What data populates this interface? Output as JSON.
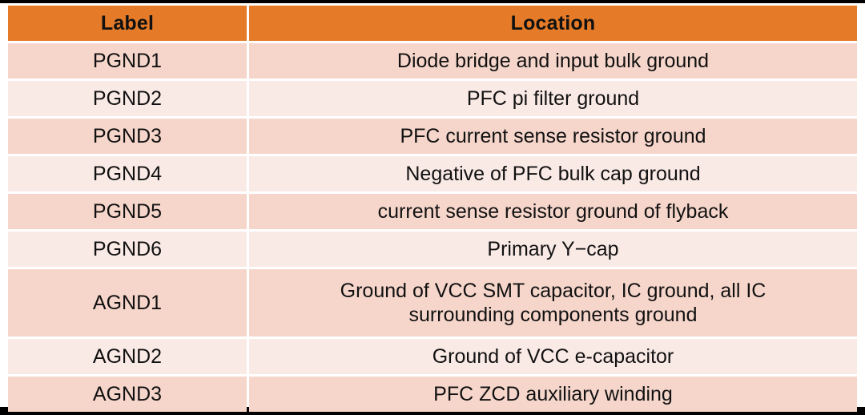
{
  "table": {
    "columns": [
      {
        "key": "label",
        "header": "Label"
      },
      {
        "key": "location",
        "header": "Location"
      }
    ],
    "header_background": "#E57B28",
    "header_text_color": "#FFFFFF",
    "row_background_dark": "#F6D6CB",
    "row_background_light": "#FAEAE6",
    "rows": [
      {
        "label": "PGND1",
        "location": "Diode bridge and input bulk ground"
      },
      {
        "label": "PGND2",
        "location": "PFC pi filter ground"
      },
      {
        "label": "PGND3",
        "location": "PFC current sense resistor ground"
      },
      {
        "label": "PGND4",
        "location": "Negative of PFC bulk cap ground"
      },
      {
        "label": "PGND5",
        "location": "current sense resistor ground of flyback"
      },
      {
        "label": "PGND6",
        "location": "Primary Y−cap"
      },
      {
        "label": "AGND1",
        "location_line1": "Ground of VCC SMT capacitor, IC ground, all IC",
        "location_line2": "surrounding components ground"
      },
      {
        "label": "AGND2",
        "location": "Ground of VCC e-capacitor"
      },
      {
        "label": "AGND3",
        "location": "PFC ZCD auxiliary winding"
      }
    ]
  }
}
